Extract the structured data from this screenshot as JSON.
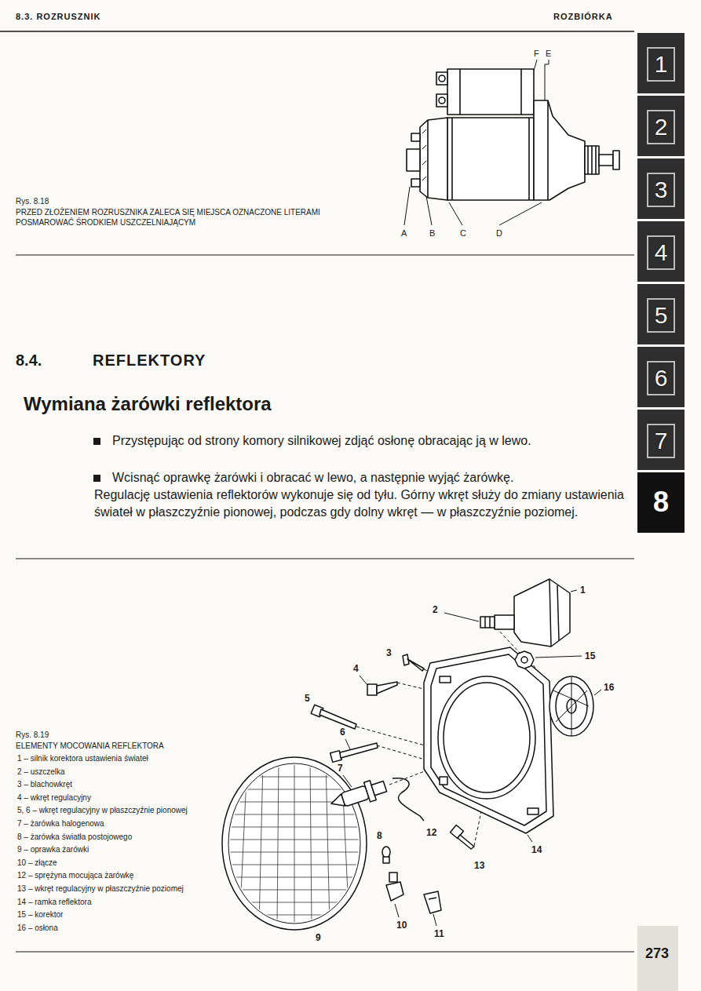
{
  "diagram": {
    "title": "Wymiana żarówki reflektora",
    "nodes": [
      {
        "text": [
          "1"
        ]
      },
      {
        "text": [
          "2"
        ]
      },
      {
        "text": [
          "3"
        ]
      },
      {
        "text": [
          "4"
        ]
      },
      {
        "text": [
          "5"
        ]
      },
      {
        "text": [
          "6"
        ]
      },
      {
        "text": [
          "7"
        ]
      },
      {
        "text": [
          "8"
        ]
      }
    ],
    "labels": [
      "8.3. ROZRUSZNIK",
      "ROZBIÓRKA",
      "F",
      "E",
      "A",
      "B",
      "C",
      "D",
      "Rys. 8.18",
      "PRZED ZŁOŻENIEM ROZRUSZNIKA ZALECA SIĘ MIEJSCA OZNACZONE LITERAMI POSMAROWAĆ ŚRODKIEM USZCZELNIAJĄCYM",
      "8.4.",
      "REFLEKTORY",
      "Przystępując od strony komory silnikowej zdjąć osłonę obracając ją w lewo.",
      "Wcisnąć oprawkę żarówki i obracać w lewo, a następnie wyjąć żarówkę.",
      "Regulację ustawienia reflektorów wykonuje się od tyłu. Górny wkręt służy do zmiany ustawienia świateł w płaszczyźnie pionowej, podczas gdy dolny wkręt — w płaszczyźnie poziomej.",
      "Rys. 8.19",
      "ELEMENTY MOCOWANIA REFLEKTORA",
      "1 – silnik korektora ustawienia świateł",
      "2 – uszczelka",
      "3 – blachowkręt",
      "4 – wkręt regulacyjny",
      "5, 6 – wkręt regulacyjny w płaszczyźnie pionowej",
      "7 – żarówka halogenowa",
      "8 – żarówka światła postojowego",
      "9 – oprawka żarówki",
      "10 – złącze",
      "12 – sprężyna mocująca żarówkę",
      "13 – wkręt regulacyjny w płaszczyźnie poziomej",
      "14 – ramka reflektora",
      "15 – korektor",
      "16 – osłona",
      "1",
      "2",
      "3",
      "4",
      "5",
      "6",
      "7",
      "8",
      "9",
      "10",
      "11",
      "12",
      "13",
      "14",
      "15",
      "16",
      "273"
    ]
  }
}
